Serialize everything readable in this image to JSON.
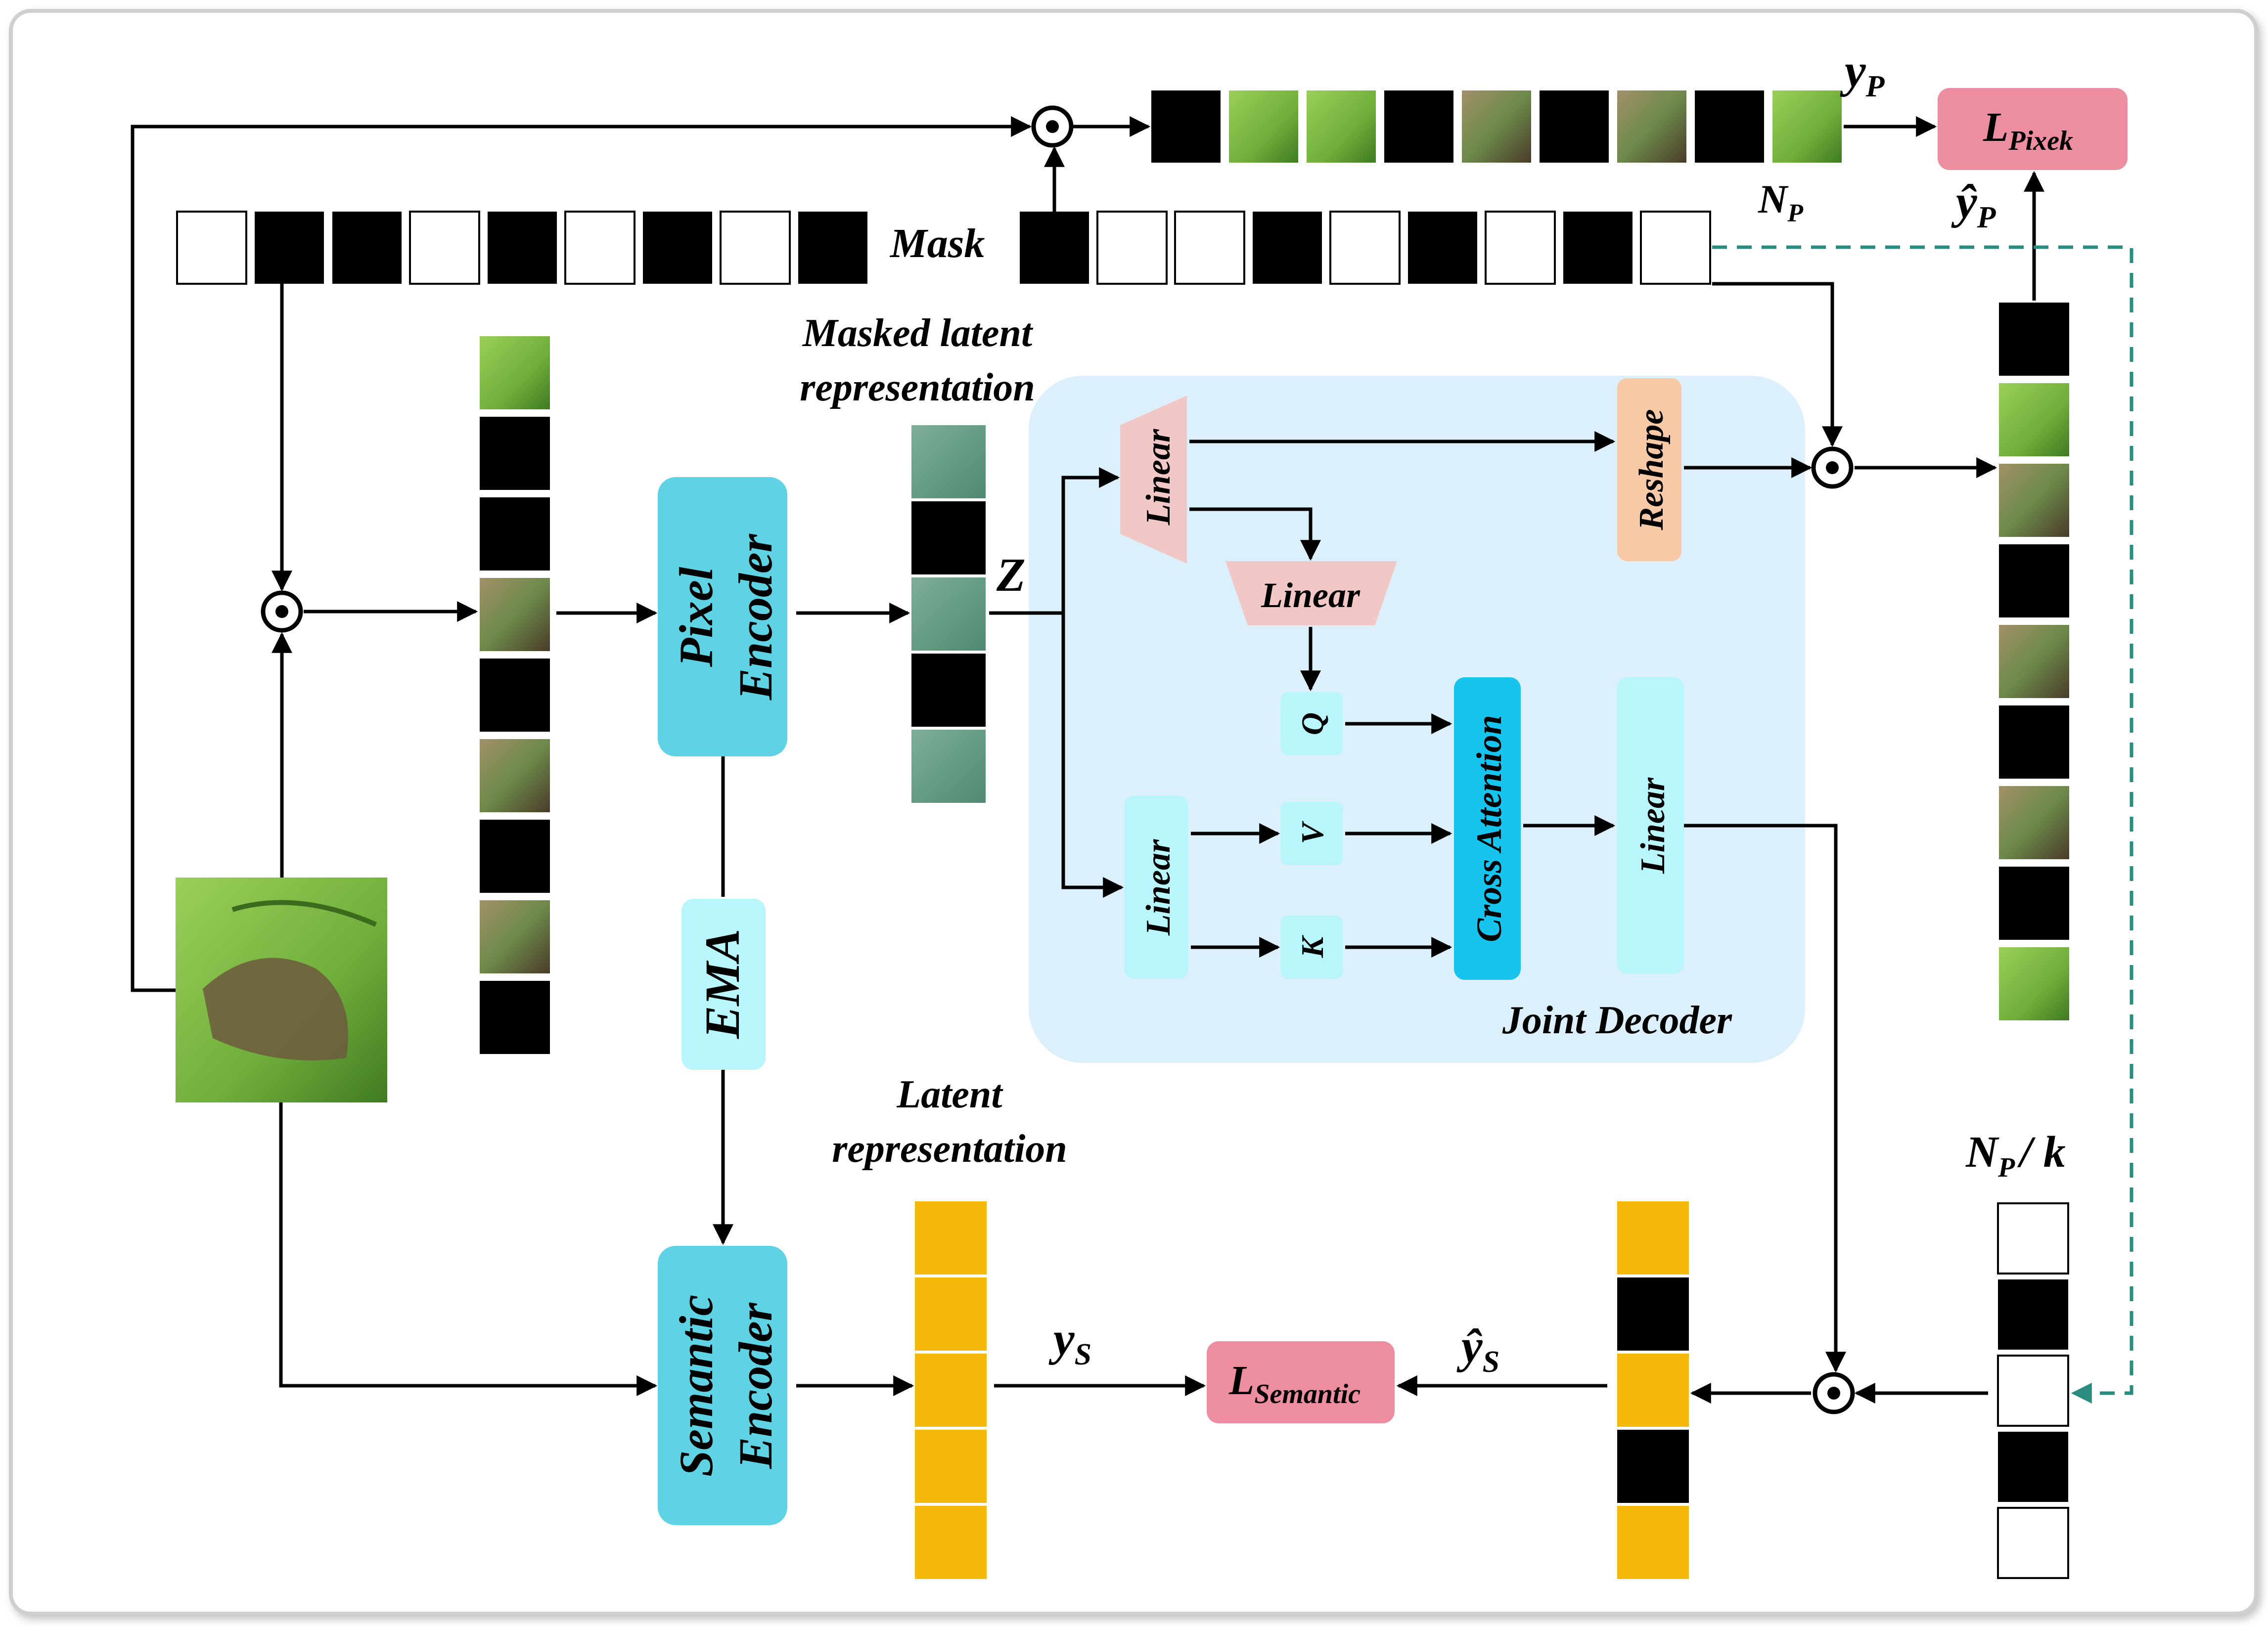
{
  "labels": {
    "mask": "Mask",
    "masked_latent_1": "Masked latent",
    "masked_latent_2": "representation",
    "z": "Z",
    "latent_1": "Latent",
    "latent_2": "representation",
    "joint_decoder": "Joint Decoder",
    "y_p": "y",
    "y_p_sub": "P",
    "y_p_hat": "ŷ",
    "y_p_hat_sub": "P",
    "n_p": "N",
    "n_p_sub": "P",
    "n_p_k": "N",
    "n_p_k_sub": "P",
    "n_p_k_tail": "/ k",
    "y_s": "y",
    "y_s_sub": "S",
    "y_s_hat": "ŷ",
    "y_s_hat_sub": "S"
  },
  "blocks": {
    "pixel_encoder_1": "Pixel",
    "pixel_encoder_2": "Encoder",
    "semantic_encoder_1": "Semantic",
    "semantic_encoder_2": "Encoder",
    "ema": "EMA",
    "linear_top": "Linear",
    "linear_mid": "Linear",
    "linear_kv": "Linear",
    "linear_out": "Linear",
    "reshape": "Reshape",
    "cross_attention": "Cross Attention",
    "q": "Q",
    "v": "V",
    "k": "K",
    "loss_pixel_main": "L",
    "loss_pixel_sub": "Pixek",
    "loss_semantic_main": "L",
    "loss_semantic_sub": "Semantic"
  },
  "colors": {
    "encoder": "#5fd3e3",
    "ema": "#b8f6fb",
    "decoder_bg": "#dcf0fb",
    "linear_pink": "#f2c8c6",
    "reshape": "#f7c9a6",
    "cross_attention": "#16c4ee",
    "qkv": "#b8f6fb",
    "loss": "#ec8ea0",
    "latent_yellow": "#f4b90b",
    "dashed_teal": "#2a8c7e",
    "leaf_green": "#6fae3a",
    "leaf_blue": "#6a9f86",
    "leaf_brown": "#7b6a4b"
  },
  "icons": {
    "operator": "hadamard-product-icon",
    "leaf": "leaf-image-icon"
  }
}
